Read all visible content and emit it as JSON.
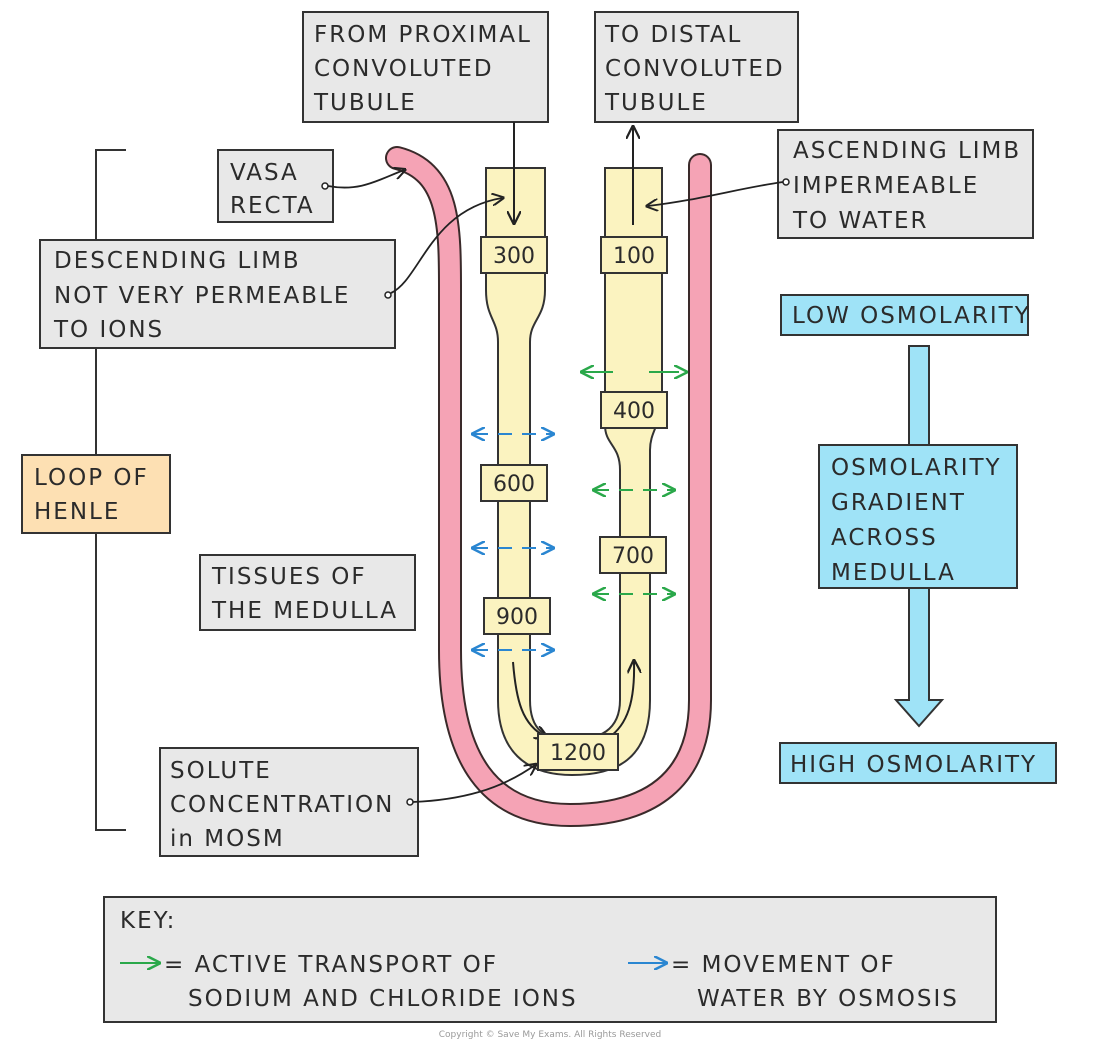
{
  "labels": {
    "from_pct": [
      "FROM PROXIMAL",
      "CONVOLUTED",
      "TUBULE"
    ],
    "to_dct": [
      "TO DISTAL",
      "CONVOLUTED",
      "TUBULE"
    ],
    "vasa_recta": [
      "VASA",
      "RECTA"
    ],
    "ascending": [
      "ASCENDING LIMB",
      "IMPERMEABLE",
      "TO WATER"
    ],
    "descending": [
      "DESCENDING LIMB",
      "NOT VERY PERMEABLE",
      "TO IONS"
    ],
    "loop_of_henle": [
      "LOOP OF",
      "HENLE"
    ],
    "tissues": [
      "TISSUES OF",
      "THE MEDULLA"
    ],
    "solute": [
      "SOLUTE",
      "CONCENTRATION",
      "in MOSM"
    ],
    "low_osm": "LOW OSMOLARITY",
    "gradient": [
      "OSMOLARITY",
      "GRADIENT",
      "ACROSS",
      "MEDULLA"
    ],
    "high_osm": "HIGH OSMOLARITY"
  },
  "values": {
    "desc_300": "300",
    "desc_600": "600",
    "desc_900": "900",
    "bottom_1200": "1200",
    "asc_100": "100",
    "asc_400": "400",
    "asc_700": "700"
  },
  "key": {
    "title": "KEY:",
    "active_line1": "= ACTIVE TRANSPORT OF",
    "active_line2": "SODIUM AND CHLORIDE IONS",
    "water_line1": "= MOVEMENT OF",
    "water_line2": "WATER BY OSMOSIS"
  },
  "copyright": "Copyright © Save My Exams. All Rights Reserved",
  "colors": {
    "tubule_fill": "#fbf3c0",
    "vasa_recta": "#f5a3b5",
    "label_box": "#e8e8e8",
    "loop_box": "#fde0b3",
    "osm_box": "#9fe3f7",
    "active_arrow": "#2aa84a",
    "water_arrow": "#2a86d1"
  }
}
